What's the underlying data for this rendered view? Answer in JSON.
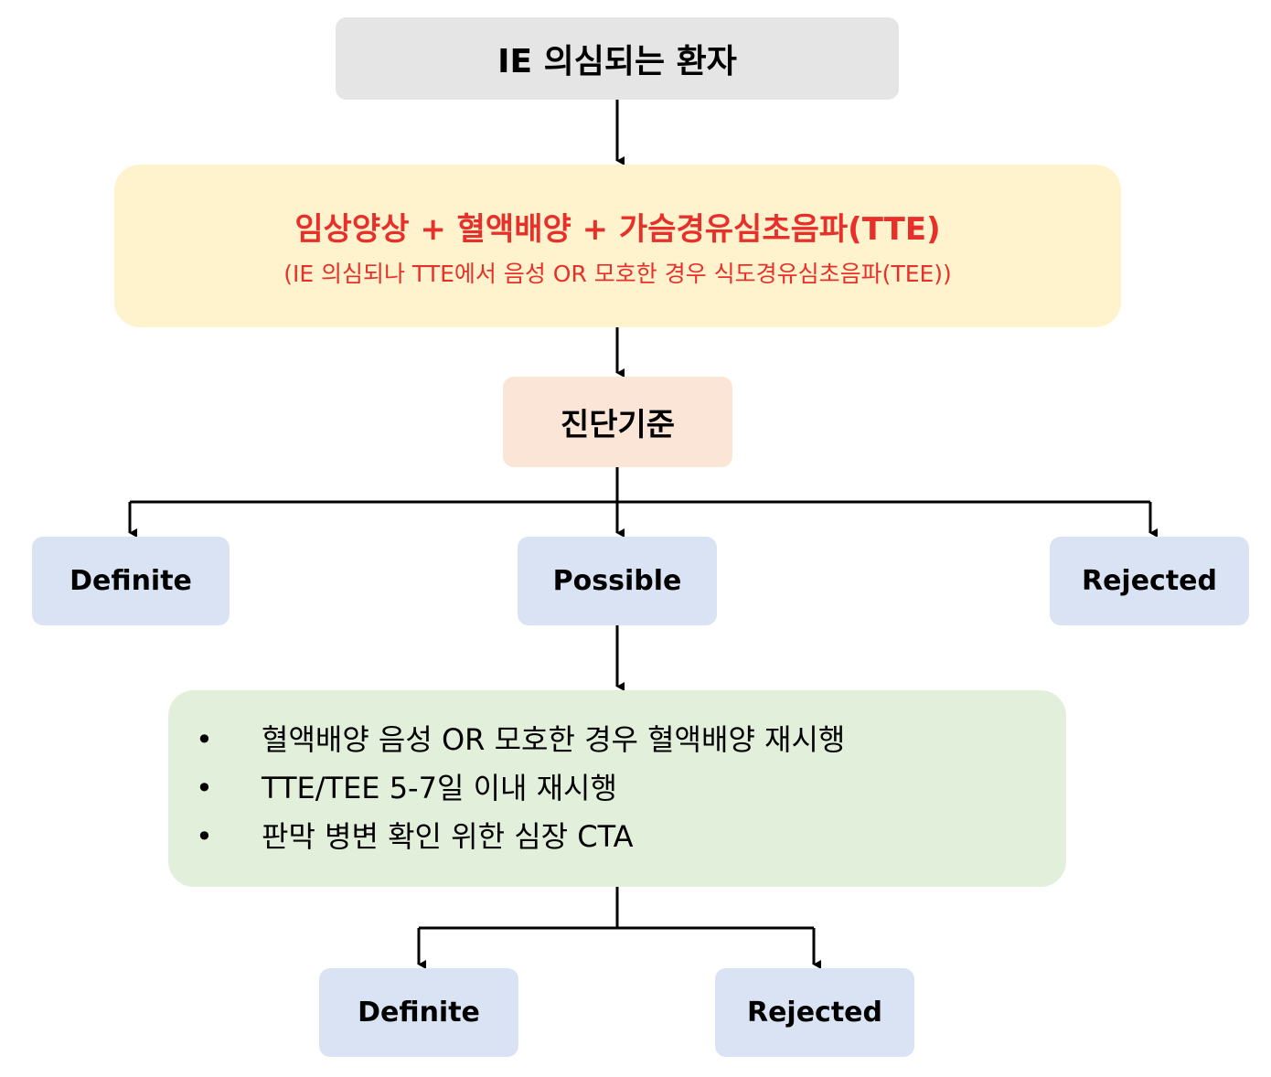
{
  "start": {
    "label": "IE 의심되는 환자"
  },
  "test": {
    "main": "임상양상 + 혈액배양 + 가슴경유심초음파(TTE)",
    "sub": "(IE 의심되나 TTE에서 음성 OR 모호한 경우 식도경유심초음파(TEE))"
  },
  "criteria": {
    "label": "진단기준"
  },
  "outcomes_1": {
    "definite": "Definite",
    "possible": "Possible",
    "rejected": "Rejected"
  },
  "followup": {
    "bullet": "•",
    "items": [
      "혈액배양 음성 OR 모호한 경우 혈액배양 재시행",
      "TTE/TEE 5-7일 이내 재시행",
      "판막 병변 확인 위한 심장 CTA"
    ]
  },
  "outcomes_2": {
    "definite": "Definite",
    "rejected": "Rejected"
  },
  "colors": {
    "start_fill": "#e5e5e5",
    "test_fill": "#fef3cd",
    "test_text": "#e8302b",
    "criteria_fill": "#fbe5d6",
    "outcome_fill": "#dae3f3",
    "followup_fill": "#e2efda"
  }
}
